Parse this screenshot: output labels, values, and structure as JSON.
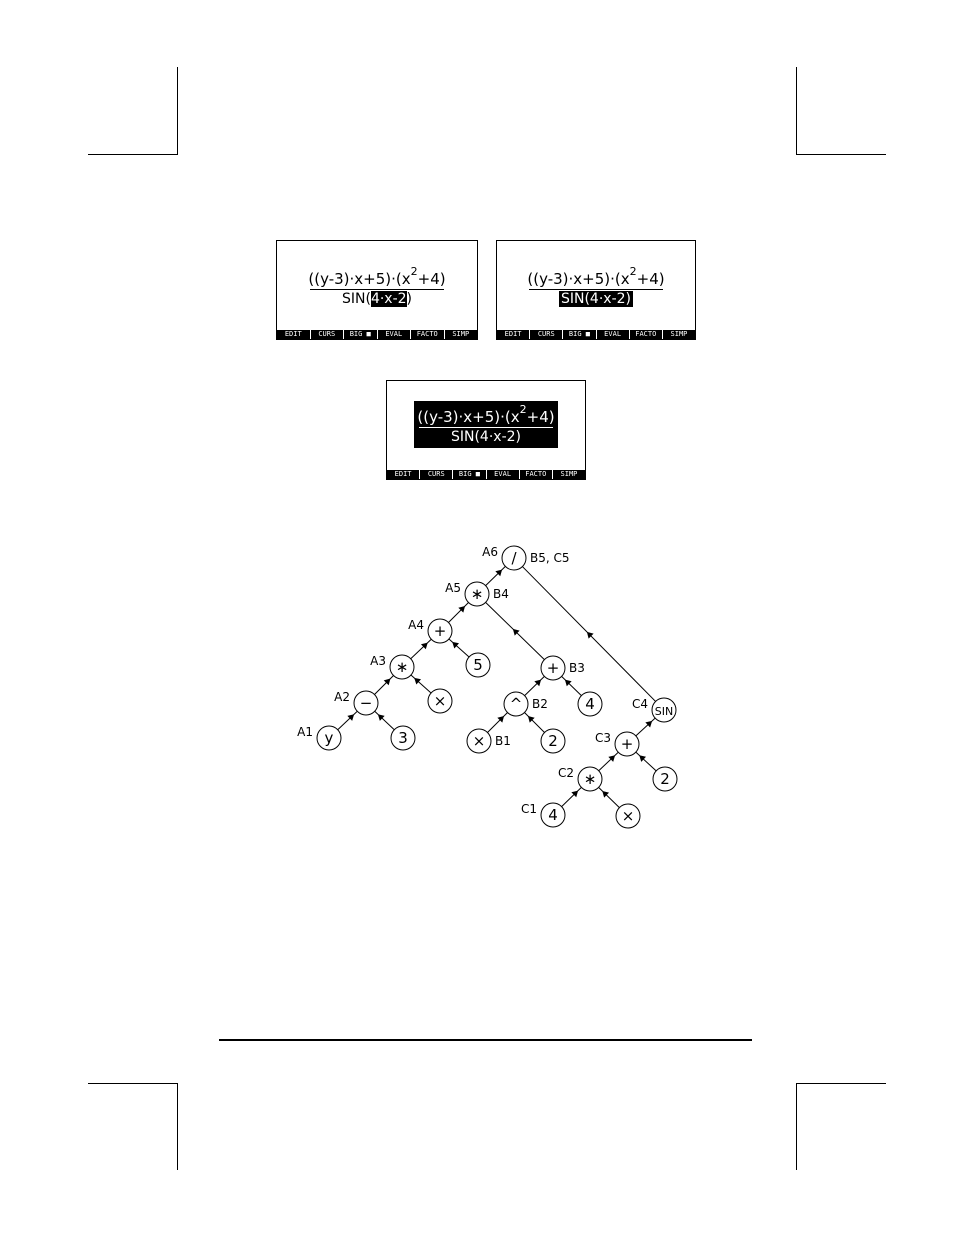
{
  "screens": [
    {
      "numerator": {
        "main": "((y-3)·x+5)·(x",
        "exp": "2",
        "rest": "+4)"
      },
      "denominator": {
        "before": "SIN(",
        "highlight": "4·x-2",
        "after": ")"
      },
      "menu": [
        "EDIT",
        "CURS",
        "BIG ■",
        "EVAL",
        "FACTO",
        "SIMP"
      ]
    },
    {
      "numerator": {
        "main": "((y-3)·x+5)·(x",
        "exp": "2",
        "rest": "+4)"
      },
      "denominator": {
        "highlight": "SIN(4·x-2)"
      },
      "menu": [
        "EDIT",
        "CURS",
        "BIG ■",
        "EVAL",
        "FACTO",
        "SIMP"
      ]
    },
    {
      "numerator": {
        "main": "((y-3)·x+5)·(x",
        "exp": "2",
        "rest": "+4)"
      },
      "denominator": {
        "text": "SIN(4·x-2)"
      },
      "menu": [
        "EDIT",
        "CURS",
        "BIG ■",
        "EVAL",
        "FACTO",
        "SIMP"
      ]
    }
  ],
  "tree": {
    "nodes": [
      {
        "id": "A6",
        "symbol": "/",
        "label": "A6",
        "label2": "B5, C5"
      },
      {
        "id": "A5",
        "symbol": "∗",
        "label": "A5",
        "label2": "B4"
      },
      {
        "id": "A4",
        "symbol": "+",
        "label": "A4"
      },
      {
        "id": "n5",
        "symbol": "5"
      },
      {
        "id": "A3",
        "symbol": "∗",
        "label": "A3"
      },
      {
        "id": "nx1",
        "symbol": "×"
      },
      {
        "id": "A2",
        "symbol": "−",
        "label": "A2"
      },
      {
        "id": "n3",
        "symbol": "3"
      },
      {
        "id": "A1",
        "symbol": "y",
        "label": "A1"
      },
      {
        "id": "B3",
        "symbol": "+",
        "label2": "B3"
      },
      {
        "id": "n4a",
        "symbol": "4"
      },
      {
        "id": "B2",
        "symbol": "^",
        "label2": "B2"
      },
      {
        "id": "n2a",
        "symbol": "2"
      },
      {
        "id": "B1",
        "symbol": "×",
        "label2": "B1"
      },
      {
        "id": "C4",
        "symbol": "SIN",
        "label": "C4"
      },
      {
        "id": "C3",
        "symbol": "+",
        "label": "C3"
      },
      {
        "id": "n2b",
        "symbol": "2"
      },
      {
        "id": "C2",
        "symbol": "∗",
        "label": "C2"
      },
      {
        "id": "nx2",
        "symbol": "×"
      },
      {
        "id": "C1",
        "symbol": "4",
        "label": "C1"
      }
    ],
    "edges": [
      [
        "A5",
        "A6"
      ],
      [
        "C4",
        "A6"
      ],
      [
        "A4",
        "A5"
      ],
      [
        "B3",
        "A5"
      ],
      [
        "A3",
        "A4"
      ],
      [
        "n5",
        "A4"
      ],
      [
        "A2",
        "A3"
      ],
      [
        "nx1",
        "A3"
      ],
      [
        "A1",
        "A2"
      ],
      [
        "n3",
        "A2"
      ],
      [
        "B2",
        "B3"
      ],
      [
        "n4a",
        "B3"
      ],
      [
        "B1",
        "B2"
      ],
      [
        "n2a",
        "B2"
      ],
      [
        "C3",
        "C4"
      ],
      [
        "C2",
        "C3"
      ],
      [
        "n2b",
        "C3"
      ],
      [
        "C1",
        "C2"
      ],
      [
        "nx2",
        "C2"
      ]
    ]
  }
}
